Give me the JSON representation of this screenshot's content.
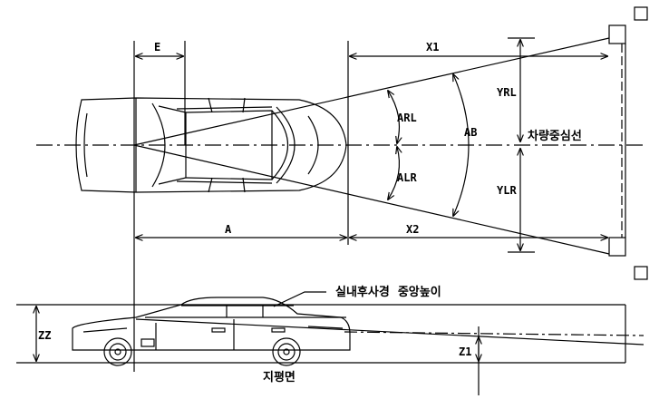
{
  "diagram": {
    "top_view_labels": {
      "E": "E",
      "A": "A",
      "X1": "X1",
      "X2": "X2",
      "ARL": "ARL",
      "ALR": "ALR",
      "AB": "AB",
      "YRL": "YRL",
      "YLR": "YLR",
      "centerline": "차량중심선"
    },
    "side_view_labels": {
      "mirror_height": "실내후사경  중앙높이",
      "ZZ": "ZZ",
      "Z1": "Z1",
      "ground": "지평면"
    }
  }
}
